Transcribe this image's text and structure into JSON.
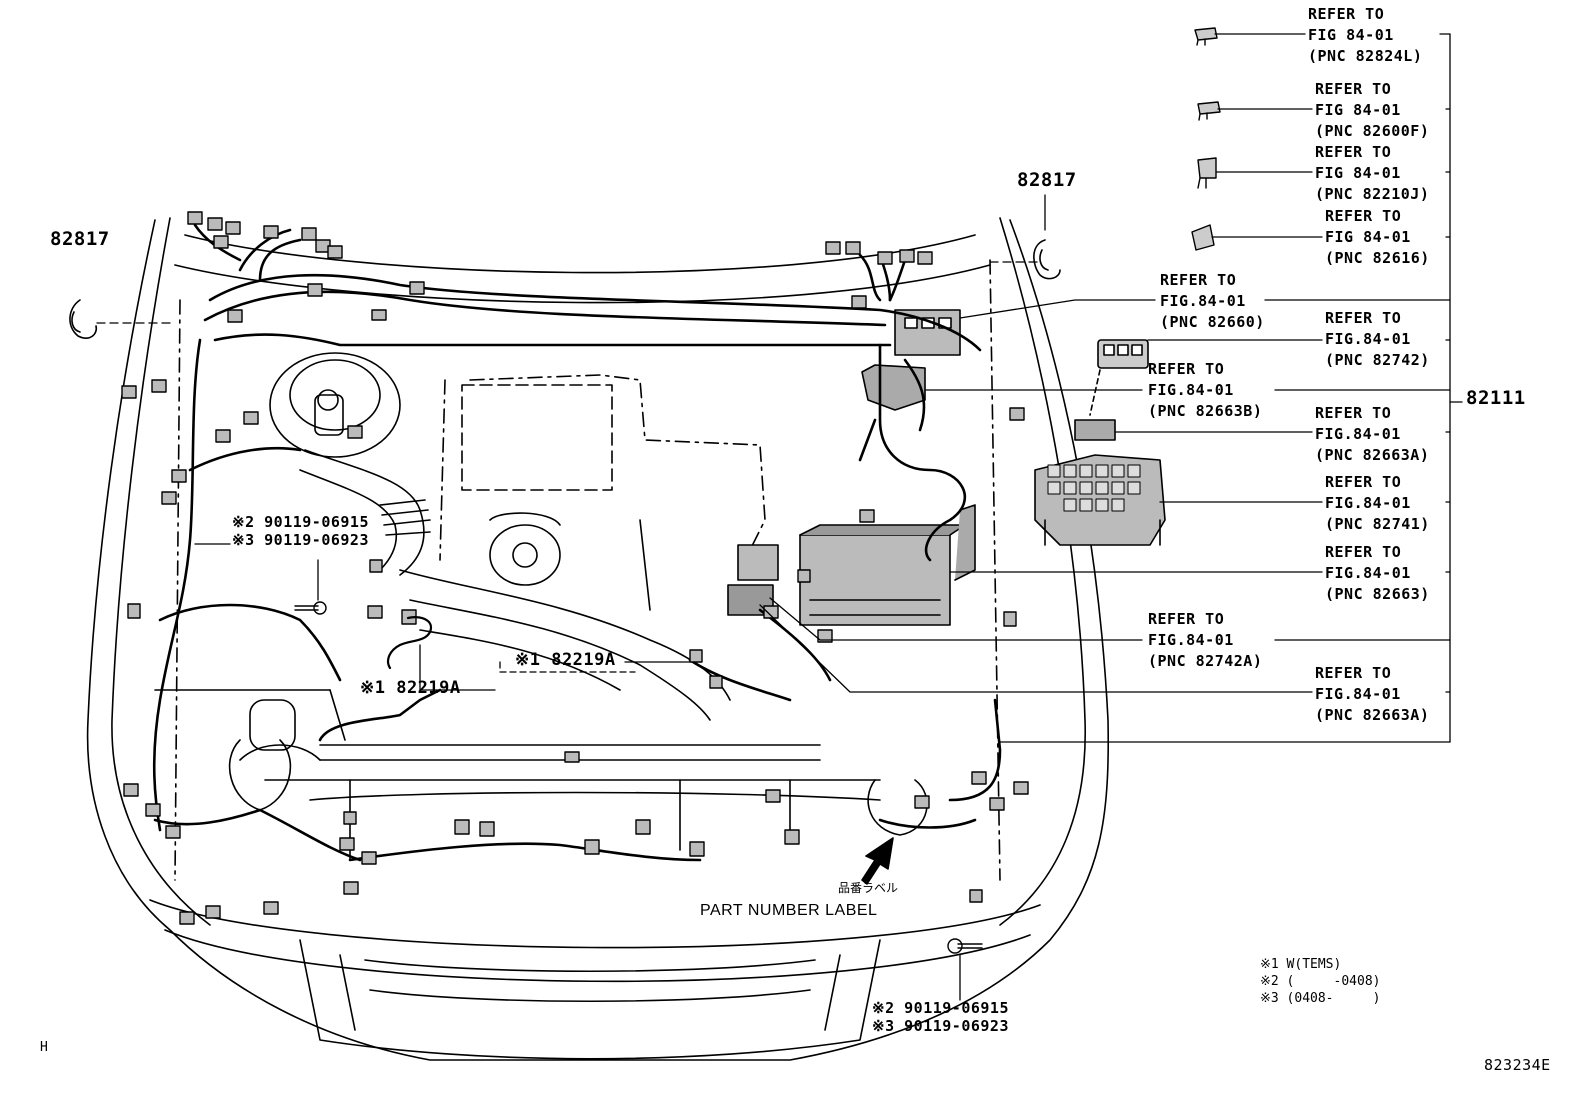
{
  "diagram_id": "823234E",
  "corner_mark": "H",
  "part_82111": "82111",
  "clip_left": "82817",
  "clip_right": "82817",
  "sensor_lower": "※1 82219A",
  "sensor_mid": "※1 82219A",
  "bolt_upper": {
    "line1": "※2 90119-06915",
    "line2": "※3 90119-06923"
  },
  "bolt_lower": {
    "line1": "※2 90119-06915",
    "line2": "※3 90119-06923"
  },
  "part_label_jp": "品番ラベル",
  "part_label_en": "PART NUMBER LABEL",
  "notes": [
    "※1 W(TEMS)",
    "※2 (     -0408)",
    "※3 (0408-     )"
  ],
  "refs": [
    {
      "line1": "REFER TO",
      "line2": "FIG 84-01",
      "line3": "(PNC 82824L)"
    },
    {
      "line1": "REFER TO",
      "line2": "FIG 84-01",
      "line3": "(PNC 82600F)"
    },
    {
      "line1": "REFER TO",
      "line2": "FIG 84-01",
      "line3": "(PNC 82210J)"
    },
    {
      "line1": "REFER TO",
      "line2": "FIG 84-01",
      "line3": "(PNC 82616)"
    },
    {
      "line1": "REFER TO",
      "line2": "FIG.84-01",
      "line3": "(PNC 82660)"
    },
    {
      "line1": "REFER TO",
      "line2": "FIG.84-01",
      "line3": "(PNC 82742)"
    },
    {
      "line1": "REFER TO",
      "line2": "FIG.84-01",
      "line3": "(PNC 82663B)"
    },
    {
      "line1": "REFER TO",
      "line2": "FIG.84-01",
      "line3": "(PNC 82663A)"
    },
    {
      "line1": "REFER TO",
      "line2": "FIG.84-01",
      "line3": "(PNC 82741)"
    },
    {
      "line1": "REFER TO",
      "line2": "FIG.84-01",
      "line3": "(PNC 82663)"
    },
    {
      "line1": "REFER TO",
      "line2": "FIG.84-01",
      "line3": "(PNC 82742A)"
    },
    {
      "line1": "REFER TO",
      "line2": "FIG.84-01",
      "line3": "(PNC 82663A)"
    }
  ]
}
